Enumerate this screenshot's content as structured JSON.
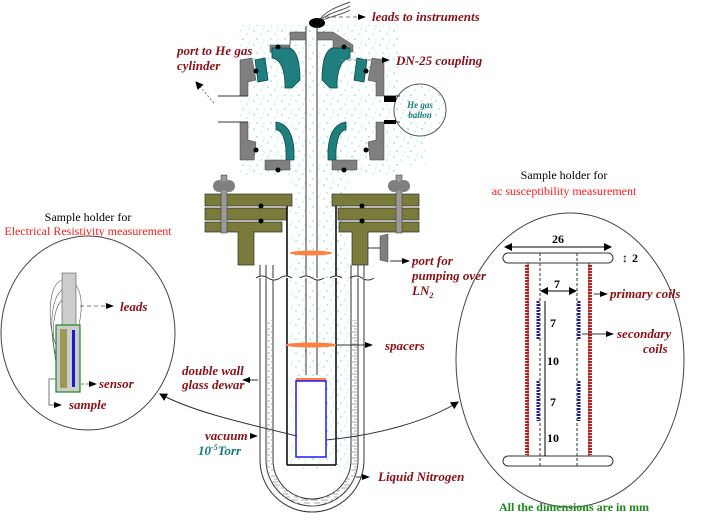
{
  "title": "Cryostat setup for electrical resistivity and ac susceptibility measurements",
  "labels": {
    "leads_to_instruments": "leads to instruments",
    "port_he_line1": "port to He gas",
    "port_he_line2": "cylinder",
    "dn25": "DN-25 coupling",
    "he_balloon_line1": "He gas",
    "he_balloon_line2": "ballon",
    "port_pumping_line1": "port for",
    "port_pumping_line2": "pumping over",
    "port_pumping_line3": "LN",
    "port_pumping_sub": "2",
    "spacers": "spacers",
    "dewar_line1": "double wall",
    "dewar_line2": "glass dewar",
    "vacuum_line1": "vacuum",
    "vacuum_line2_base": "10",
    "vacuum_line2_exp": "-5",
    "vacuum_line2_unit": "Torr",
    "liquid_nitrogen": "Liquid Nitrogen"
  },
  "resistivity_holder": {
    "header_line1": "Sample holder for",
    "header_line2": "Electrical Resistivity measurement",
    "leads": "leads",
    "sensor": "sensor",
    "sample": "sample"
  },
  "susceptibility_holder": {
    "header_line1": "Sample holder for",
    "header_line2": "ac susceptibility measurement",
    "primary_coils": "primary coils",
    "secondary_line1": "secondary",
    "secondary_line2": "coils",
    "dimensions": {
      "width": "26",
      "thickness": "2",
      "inner_diameter": "7",
      "secondary_1": "7",
      "gap_1": "10",
      "secondary_2": "7",
      "gap_2": "10"
    },
    "units_note": "All the dimensions are in mm"
  },
  "colors": {
    "label_text": "#8b0f14",
    "teal_text": "#147a7a",
    "header_red": "#ff1a1a",
    "note_green": "#1a8a1a",
    "flange_olive": "#7a7a3a",
    "coupling_teal": "#1f7f7f",
    "clamp_gray": "#7f7f7f",
    "spacer_orange": "#ff8040",
    "sample_blue": "#1a1aff",
    "coil_red": "#cc1a1a",
    "coil_blue": "#1a1a99"
  }
}
